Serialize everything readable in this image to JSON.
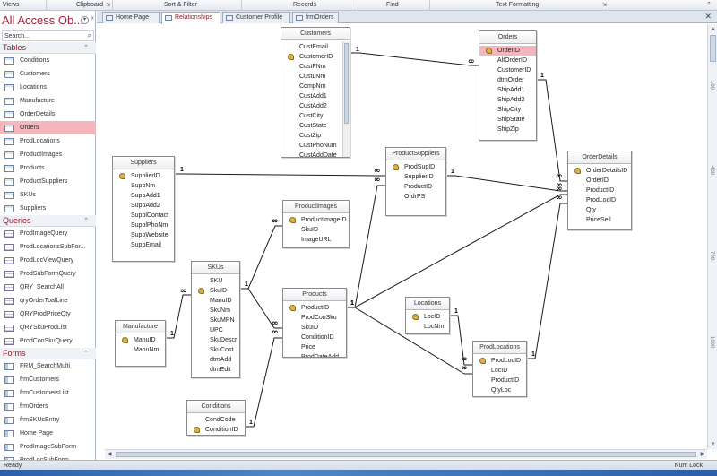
{
  "ribbon": {
    "groups": [
      {
        "label": "Views",
        "has_launcher": false
      },
      {
        "label": "Clipboard",
        "has_launcher": true
      },
      {
        "label": "Sort & Filter",
        "has_launcher": false
      },
      {
        "label": "Records",
        "has_launcher": false
      },
      {
        "label": "Find",
        "has_launcher": false
      },
      {
        "label": "Text Formatting",
        "has_launcher": true
      }
    ]
  },
  "nav": {
    "title": "All Access Ob...",
    "search_placeholder": "Search...",
    "groups": [
      {
        "label": "Tables",
        "type": "table",
        "items": [
          "Conditions",
          "Customers",
          "Locations",
          "Manufacture",
          "OrderDetails",
          "Orders",
          "ProdLocations",
          "ProductImages",
          "Products",
          "ProductSuppliers",
          "SKUs",
          "Suppliers"
        ]
      },
      {
        "label": "Queries",
        "type": "query",
        "items": [
          "ProdImageQuery",
          "ProdLocationsSubFor...",
          "ProdLocViewQuery",
          "ProdSubFormQuery",
          "QRY_SearchAll",
          "qryOrderToalLine",
          "QRYProdPriceQty",
          "QRYSkuProdList",
          "ProdConSkuQuery"
        ]
      },
      {
        "label": "Forms",
        "type": "form",
        "items": [
          "FRM_SearchMulti",
          "frmCustomers",
          "frmCustomersList",
          "frmOrders",
          "frmSKUsEntry",
          "Home Page",
          "ProdImageSubForm",
          "ProdLocSubForm"
        ]
      }
    ],
    "selected_item": "Orders"
  },
  "tabs": [
    {
      "label": "Home Page",
      "active": false
    },
    {
      "label": "Relationships",
      "active": true
    },
    {
      "label": "Customer Profile",
      "active": false
    },
    {
      "label": "frmOrders",
      "active": false
    }
  ],
  "tables": {
    "customers": {
      "title": "Customers",
      "fields": [
        {
          "name": "CustEmail"
        },
        {
          "name": "CustomerID",
          "key": true
        },
        {
          "name": "CustFNm"
        },
        {
          "name": "CustLNm"
        },
        {
          "name": "CompNm"
        },
        {
          "name": "CustAdd1"
        },
        {
          "name": "CustAdd2"
        },
        {
          "name": "CustCity"
        },
        {
          "name": "CustState"
        },
        {
          "name": "CustZip"
        },
        {
          "name": "CustPhoNum"
        },
        {
          "name": "CustAddDate"
        }
      ]
    },
    "orders": {
      "title": "Orders",
      "fields": [
        {
          "name": "OrderID",
          "key": true,
          "selected": true
        },
        {
          "name": "AltOrderID"
        },
        {
          "name": "CustomerID"
        },
        {
          "name": "dtmOrder"
        },
        {
          "name": "ShipAdd1"
        },
        {
          "name": "ShipAdd2"
        },
        {
          "name": "ShipCity"
        },
        {
          "name": "ShipState"
        },
        {
          "name": "ShipZip"
        }
      ]
    },
    "suppliers": {
      "title": "Suppliers",
      "fields": [
        {
          "name": "SupplierID",
          "key": true
        },
        {
          "name": "SuppNm"
        },
        {
          "name": "SuppAdd1"
        },
        {
          "name": "SuppAdd2"
        },
        {
          "name": "SupplContact"
        },
        {
          "name": "SupplPhoNm"
        },
        {
          "name": "SuppWebsite"
        },
        {
          "name": "SuppEmail"
        }
      ]
    },
    "productsuppliers": {
      "title": "ProductSuppliers",
      "fields": [
        {
          "name": "ProdSupID",
          "key": true
        },
        {
          "name": "SupplierID"
        },
        {
          "name": "ProductID"
        },
        {
          "name": "OrdrPS"
        }
      ]
    },
    "orderdetails": {
      "title": "OrderDetails",
      "fields": [
        {
          "name": "OrderDetailsID",
          "key": true
        },
        {
          "name": "OrderID"
        },
        {
          "name": "ProductID"
        },
        {
          "name": "ProdLocID"
        },
        {
          "name": "Qty"
        },
        {
          "name": "PriceSell"
        }
      ]
    },
    "productimages": {
      "title": "ProductImages",
      "fields": [
        {
          "name": "ProductImageID",
          "key": true
        },
        {
          "name": "SkuID"
        },
        {
          "name": "ImageURL"
        }
      ]
    },
    "skus": {
      "title": "SKUs",
      "fields": [
        {
          "name": "SKU"
        },
        {
          "name": "SkuID",
          "key": true
        },
        {
          "name": "ManuID"
        },
        {
          "name": "SkuNm"
        },
        {
          "name": "SkuMPN"
        },
        {
          "name": "UPC"
        },
        {
          "name": "SkuDescr"
        },
        {
          "name": "SkuCost"
        },
        {
          "name": "dtmAdd"
        },
        {
          "name": "dtmEdit"
        }
      ]
    },
    "products": {
      "title": "Products",
      "fields": [
        {
          "name": "ProductID",
          "key": true
        },
        {
          "name": "ProdConSku"
        },
        {
          "name": "SkuID"
        },
        {
          "name": "ConditionID"
        },
        {
          "name": "Price"
        },
        {
          "name": "ProdDateAdd"
        }
      ]
    },
    "manufacture": {
      "title": "Manufacture",
      "fields": [
        {
          "name": "ManuID",
          "key": true
        },
        {
          "name": "ManuNm"
        }
      ]
    },
    "conditions": {
      "title": "Conditions",
      "fields": [
        {
          "name": "CondCode"
        },
        {
          "name": "ConditionID",
          "key": true
        }
      ]
    },
    "locations": {
      "title": "Locations",
      "fields": [
        {
          "name": "LocID",
          "key": true
        },
        {
          "name": "LocNm"
        }
      ]
    },
    "prodlocations": {
      "title": "ProdLocations",
      "fields": [
        {
          "name": "ProdLocID",
          "key": true
        },
        {
          "name": "LocID"
        },
        {
          "name": "ProductID"
        },
        {
          "name": "QtyLoc"
        }
      ]
    }
  },
  "relationship_labels": {
    "one": "1",
    "many": "∞"
  },
  "ruler_ticks": [
    "100",
    "400",
    "700",
    "1000"
  ],
  "status": {
    "text": "Ready",
    "numlock": "Num Lock"
  }
}
